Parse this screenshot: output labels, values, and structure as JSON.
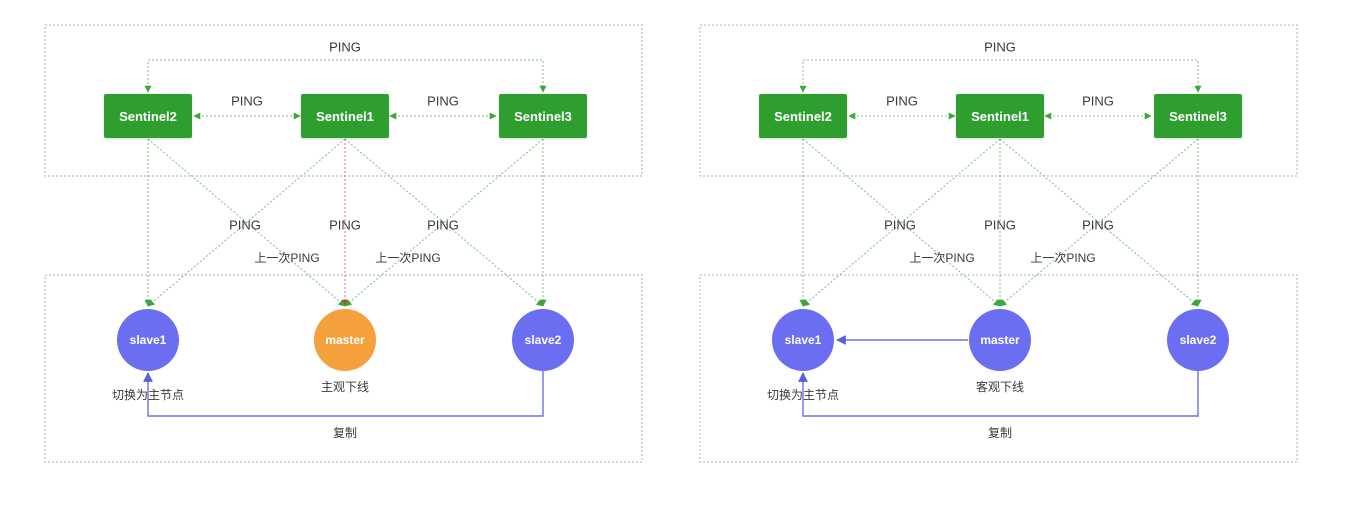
{
  "panels": [
    {
      "id": "left",
      "top_ping": "PING",
      "sentinel_pings": [
        "PING",
        "PING"
      ],
      "sentinels": [
        "Sentinel2",
        "Sentinel1",
        "Sentinel3"
      ],
      "ping_labels": [
        "PING",
        "PING",
        "PING"
      ],
      "last_ping_labels": [
        "上一次PING",
        "上一次PING"
      ],
      "nodes": {
        "slave1": "slave1",
        "master": "master",
        "slave2": "slave2"
      },
      "slave1_caption": "切换为主节点",
      "master_caption": "主观下线",
      "replication_label": "复制"
    },
    {
      "id": "right",
      "top_ping": "PING",
      "sentinel_pings": [
        "PING",
        "PING"
      ],
      "sentinels": [
        "Sentinel2",
        "Sentinel1",
        "Sentinel3"
      ],
      "ping_labels": [
        "PING",
        "PING",
        "PING"
      ],
      "last_ping_labels": [
        "上一次PING",
        "上一次PING"
      ],
      "nodes": {
        "slave1": "slave1",
        "master": "master",
        "slave2": "slave2"
      },
      "slave1_caption": "切换为主节点",
      "master_caption": "客观下线",
      "replication_label": "复制"
    }
  ],
  "colors": {
    "sentinel": "#2e9e2e",
    "slave": "#6b6ef0",
    "master_subjective_down": "#f4a03c",
    "master_objective_down": "#6b6ef0",
    "ping_line": "#7fbf7f",
    "replication_line": "#6c70e6"
  }
}
